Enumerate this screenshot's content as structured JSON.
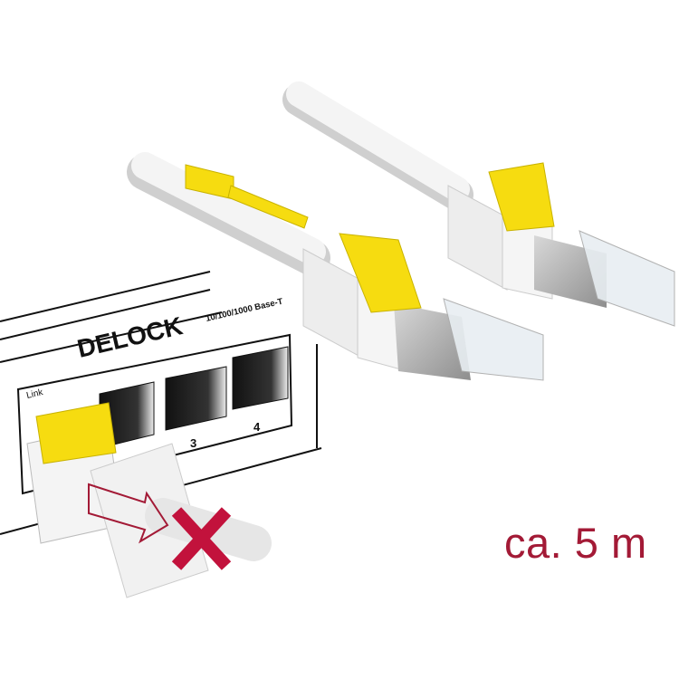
{
  "product": {
    "brand": "DELOCK",
    "panel_label_speed": "10/100/1000 Base-T",
    "panel_label_link": "Link",
    "port_numbers": [
      "3",
      "4"
    ],
    "length_caption": "ca. 5 m"
  },
  "colors": {
    "cable": "#f2f2f2",
    "clip_yellow": "#f6dc10",
    "shield_gray": "#a9a9a9",
    "caption_red": "#a31a36",
    "cross_red": "#c2123c",
    "outline": "#111111"
  }
}
